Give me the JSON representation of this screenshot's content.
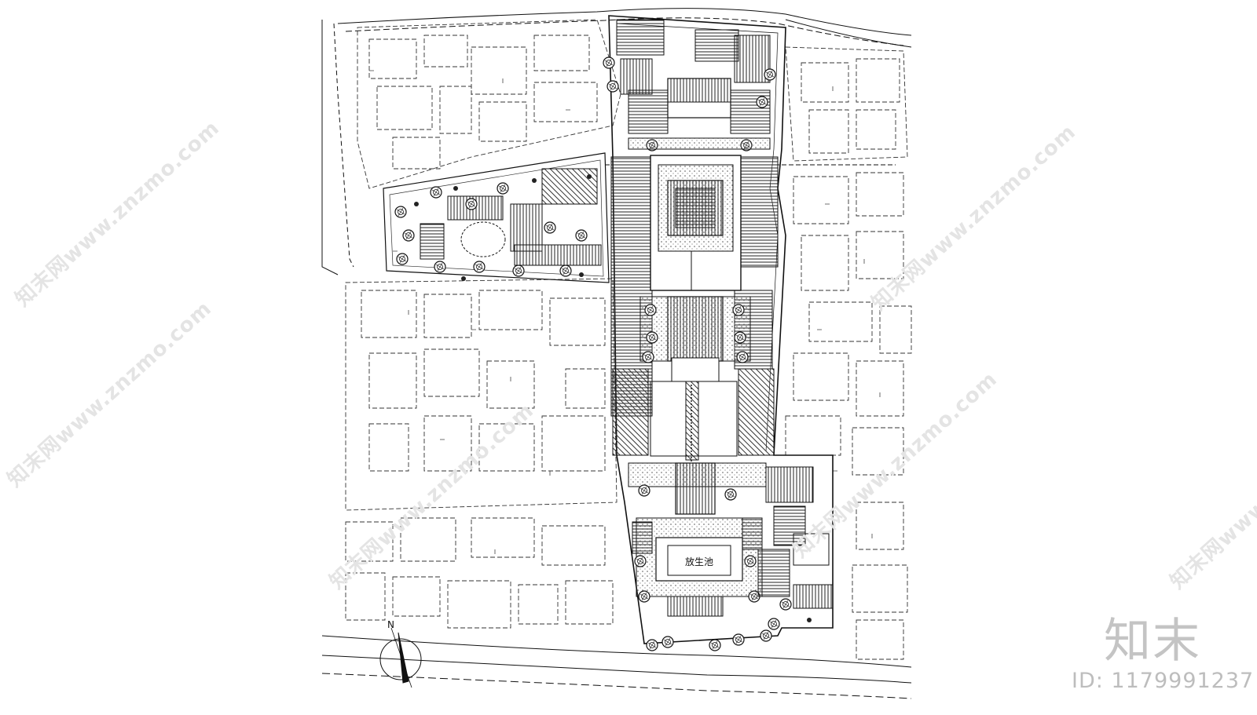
{
  "watermark": {
    "text": "知末网www.znzmo.com"
  },
  "compass": {
    "north_label": "N"
  },
  "pond_label": "放生池",
  "branding": {
    "logo": "知末",
    "id_text": "ID: 1179991237"
  },
  "colors": {
    "ink": "#111111",
    "watermark": "#e4e4e4",
    "branding": "#c4c4c4"
  }
}
